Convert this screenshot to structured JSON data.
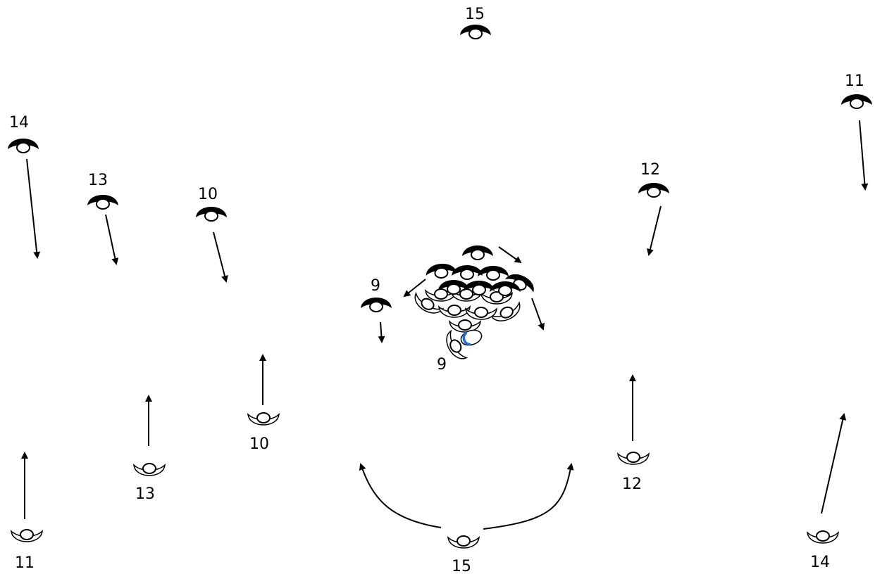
{
  "colors": {
    "ink": "#000000",
    "ball_accent": "#1f6fd6",
    "background": "#ffffff"
  },
  "players": [
    {
      "team": "dark",
      "number": "15"
    },
    {
      "team": "dark",
      "number": "14"
    },
    {
      "team": "dark",
      "number": "13"
    },
    {
      "team": "dark",
      "number": "10"
    },
    {
      "team": "dark",
      "number": "9"
    },
    {
      "team": "dark",
      "number": "12"
    },
    {
      "team": "dark",
      "number": "11"
    },
    {
      "team": "light",
      "number": "11"
    },
    {
      "team": "light",
      "number": "13"
    },
    {
      "team": "light",
      "number": "10"
    },
    {
      "team": "light",
      "number": "9"
    },
    {
      "team": "light",
      "number": "15"
    },
    {
      "team": "light",
      "number": "12"
    },
    {
      "team": "light",
      "number": "14"
    }
  ],
  "icons": {
    "dark_player": "player-dark-icon",
    "light_player": "player-light-icon",
    "ball": "rugby-ball-icon",
    "arrow": "arrow-icon"
  }
}
